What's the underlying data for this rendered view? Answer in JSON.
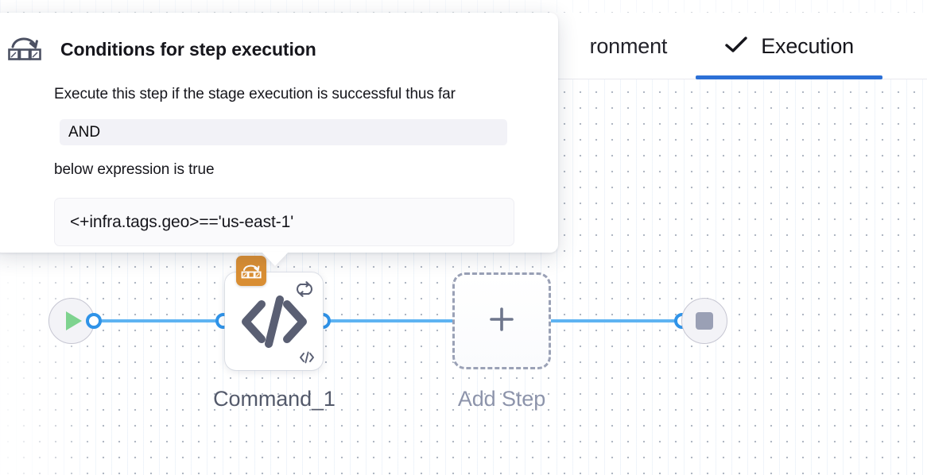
{
  "tabs": [
    {
      "label": "Environment",
      "truncated_label": "ronment",
      "active": false,
      "icon": ""
    },
    {
      "label": "Execution",
      "truncated_label": "Execution",
      "active": true,
      "icon": "check-icon"
    }
  ],
  "popover": {
    "icon": "conditional-execution-icon",
    "title": "Conditions for step execution",
    "condition_line_1": "Execute this step if the stage execution is successful thus far",
    "operator_value": "AND",
    "condition_line_2": "below expression is true",
    "expression_value": "<+infra.tags.geo>=='us-east-1'"
  },
  "pipeline": {
    "start_node": {
      "icon": "play-icon",
      "name": "start-node"
    },
    "end_node": {
      "icon": "stop-icon",
      "name": "end-node"
    },
    "step_node": {
      "label": "Command_1",
      "main_icon": "code-brackets-icon",
      "badge_icon": "conditional-execution-icon",
      "retry_icon": "retry-loop-icon",
      "corner_icon": "code-brackets-small-icon"
    },
    "add_step": {
      "label": "Add Step",
      "icon": "plus-icon"
    }
  },
  "colors": {
    "accent_tab_underline": "#2c70d6",
    "edge_blue": "#5eb3f2",
    "port_blue": "#2f93e8",
    "badge_orange": "#d98e33",
    "play_green": "#7ed38f",
    "stop_gray": "#9aa0b5",
    "node_icon_slate": "#5a5f73",
    "label_slate": "#545a6b",
    "add_step_gray": "#8d94ab"
  }
}
